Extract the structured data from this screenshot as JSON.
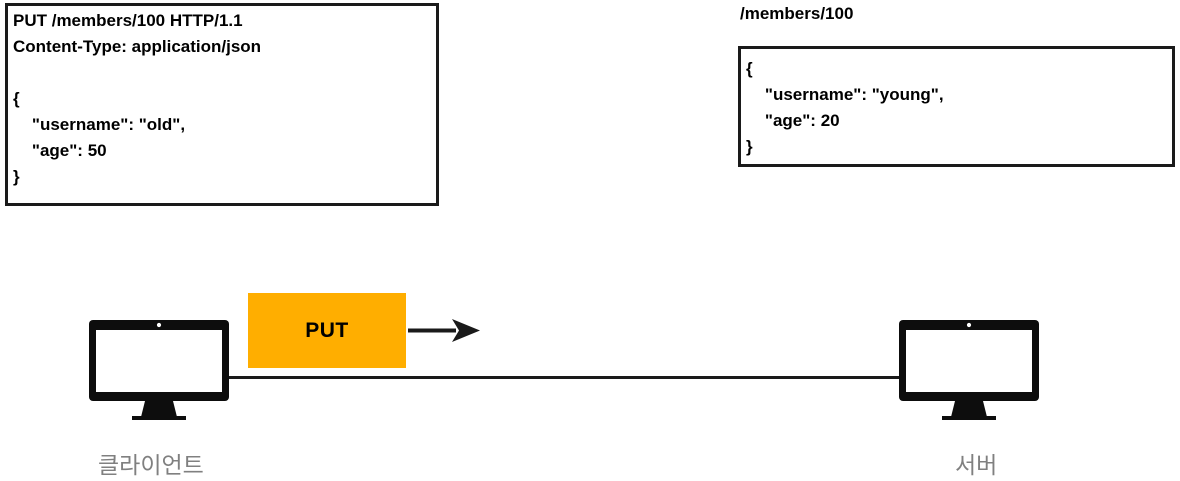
{
  "diagram": {
    "title": "HTTP PUT request replacing a member resource",
    "colors": {
      "method_chip_background": "#FFAE00",
      "ink": "#1a1a1a",
      "caption_gray": "#808080",
      "page_background": "#ffffff"
    }
  },
  "request_box": {
    "name": "http-request-message",
    "text": "PUT /members/100 HTTP/1.1\nContent-Type: application/json\n\n{\n    \"username\": \"old\",\n    \"age\": 50\n}",
    "lines": [
      "PUT /members/100 HTTP/1.1",
      "Content-Type: application/json",
      "",
      "{",
      "    \"username\": \"old\",",
      "    \"age\": 50",
      "}"
    ],
    "method": "PUT",
    "path": "/members/100",
    "http_version": "HTTP/1.1",
    "headers": [
      {
        "name": "Content-Type",
        "value": "application/json"
      }
    ],
    "body": {
      "username": "old",
      "age": 50
    }
  },
  "resource": {
    "path_label": "/members/100",
    "text": "{\n    \"username\": \"young\",\n    \"age\": 20\n}",
    "lines": [
      "{",
      "    \"username\": \"young\",",
      "    \"age\": 20",
      "}"
    ],
    "body": {
      "username": "young",
      "age": 20
    }
  },
  "flow": {
    "method_chip_label": "PUT",
    "arrow_direction": "right",
    "arrow_semantic": "arrow-right-icon"
  },
  "nodes": {
    "client": {
      "caption": "클라이언트",
      "icon": "desktop-monitor-icon"
    },
    "server": {
      "caption": "서버",
      "icon": "desktop-monitor-icon"
    }
  }
}
